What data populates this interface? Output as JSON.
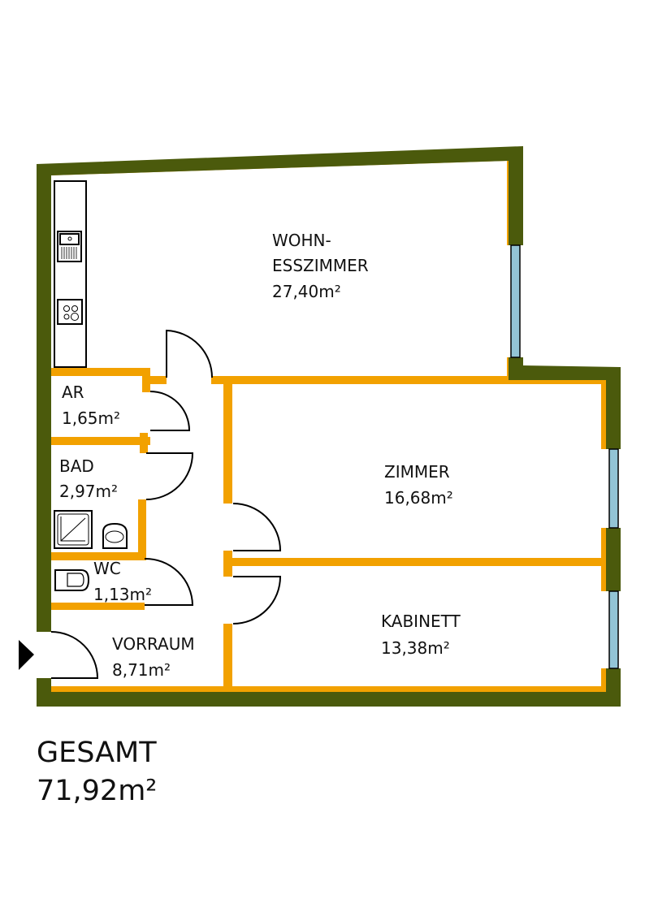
{
  "colors": {
    "outer_wall": "#4b5a0c",
    "inner_wall": "#f2a100",
    "window": "#93c4d6"
  },
  "rooms": [
    {
      "name_lines": [
        "WOHN-",
        "ESSZIMMER"
      ],
      "area": "27,40m²"
    },
    {
      "name_lines": [
        "AR"
      ],
      "area": "1,65m²"
    },
    {
      "name_lines": [
        "BAD"
      ],
      "area": "2,97m²"
    },
    {
      "name_lines": [
        "ZIMMER"
      ],
      "area": "16,68m²"
    },
    {
      "name_lines": [
        "WC"
      ],
      "area": "1,13m²"
    },
    {
      "name_lines": [
        "KABINETT"
      ],
      "area": "13,38m²"
    },
    {
      "name_lines": [
        "VORRAUM"
      ],
      "area": "8,71m²"
    }
  ],
  "total": {
    "label": "GESAMT",
    "area": "71,92m²"
  }
}
